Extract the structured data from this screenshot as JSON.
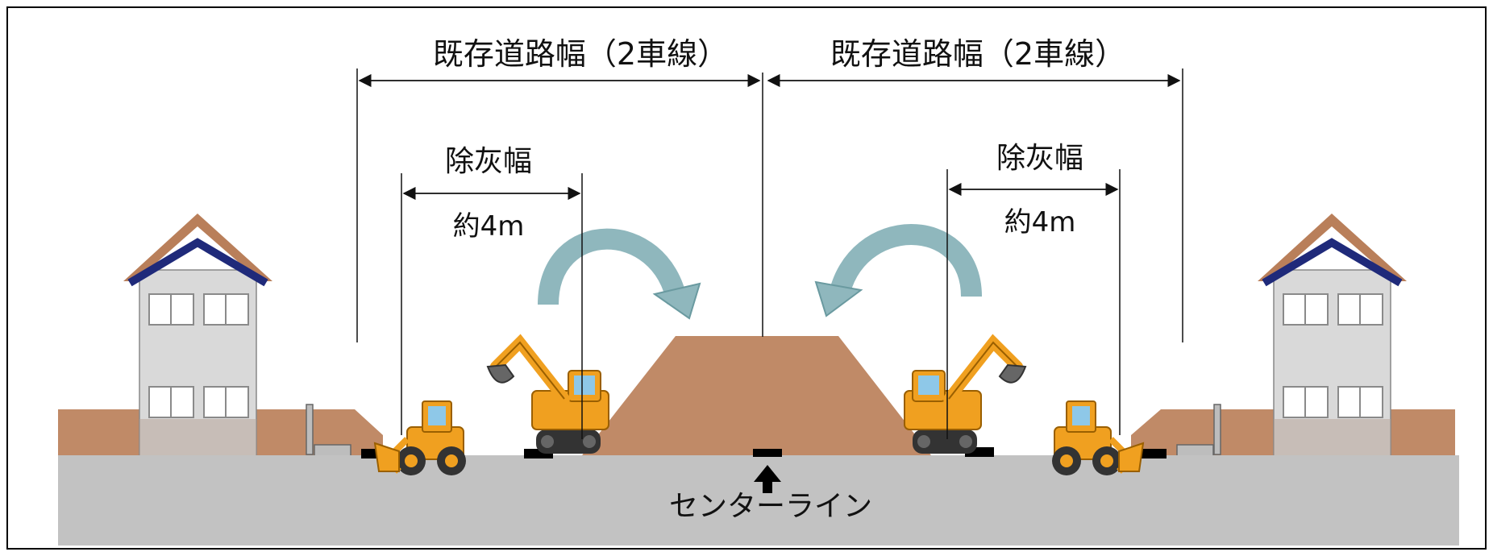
{
  "labels": {
    "road_width_left": "既存道路幅（2車線）",
    "road_width_right": "既存道路幅（2車線）",
    "ash_width_left": "除灰幅",
    "ash_width_right": "除灰幅",
    "ash_value_left": "約4m",
    "ash_value_right": "約4m",
    "center_line": "センターライン"
  },
  "colors": {
    "soil": "#c08a67",
    "road": "#c2c2c2",
    "house_wall": "#d9d9d9",
    "house_roof_outer": "#b97f5a",
    "house_roof_edge": "#1f2a7a",
    "excavator": "#f0a020",
    "arrow": "#8fb7bd",
    "marker": "#000000",
    "border": "#000000"
  },
  "icons": [
    "house-icon",
    "excavator-icon",
    "wheel-loader-icon",
    "curved-arrow-icon",
    "up-arrow-icon"
  ]
}
